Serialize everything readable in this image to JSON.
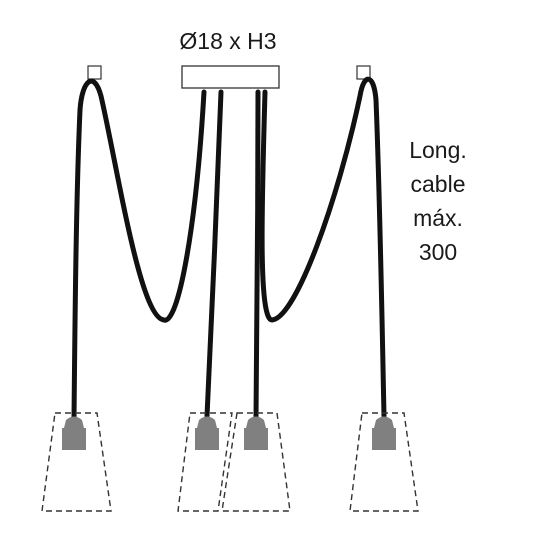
{
  "canopy": {
    "dimension_label": "Ø18 x H3"
  },
  "cable_note": {
    "lines": [
      "Long.",
      "cable",
      "máx.",
      "300"
    ]
  },
  "colors": {
    "cable": "#111111",
    "socket": "#808080",
    "outline": "#333333",
    "canopy_fill": "#ffffff"
  }
}
